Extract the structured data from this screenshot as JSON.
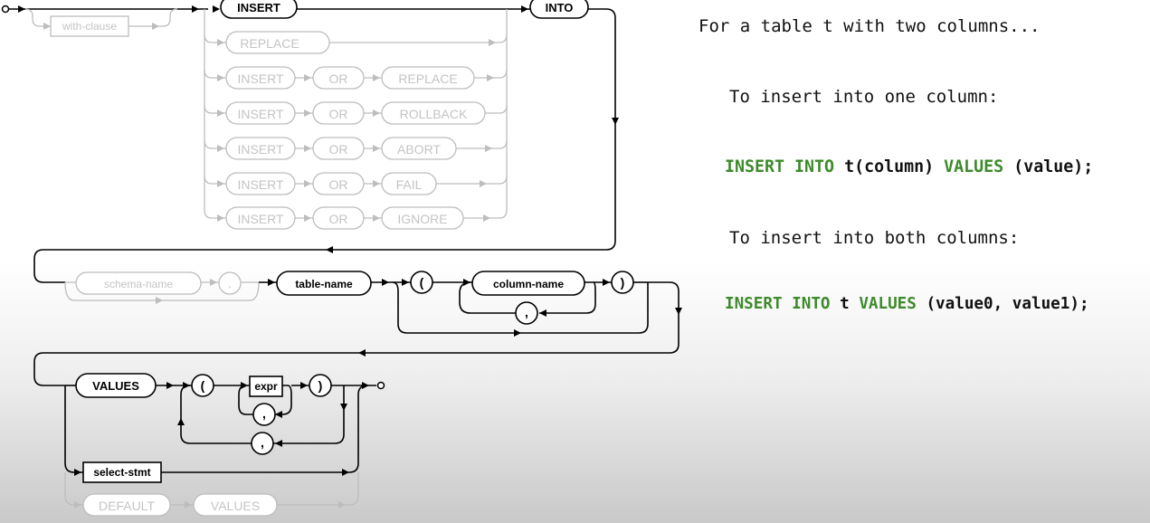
{
  "diagram": {
    "with_clause": "with-clause",
    "insert": "INSERT",
    "into": "INTO",
    "replace": "REPLACE",
    "or": "OR",
    "rollback": "ROLLBACK",
    "abort": "ABORT",
    "fail": "FAIL",
    "ignore": "IGNORE",
    "schema_name": "schema-name",
    "dot": ".",
    "table_name": "table-name",
    "open_paren": "(",
    "close_paren": ")",
    "column_name": "column-name",
    "comma": ",",
    "values": "VALUES",
    "expr": "expr",
    "select_stmt": "select-stmt",
    "default": "DEFAULT"
  },
  "notes": {
    "heading": "For a table t with two columns...",
    "one_col_label": "To insert into one column:",
    "one_col_code": {
      "kw1": "INSERT INTO",
      "target": " t(column) ",
      "kw2": "VALUES",
      "rest": " (value);"
    },
    "both_cols_label": "To insert into both columns:",
    "both_cols_code": {
      "kw1": "INSERT INTO",
      "target": " t ",
      "kw2": "VALUES",
      "rest": " (value0, value1);"
    }
  },
  "colors": {
    "keyword_green": "#3d8a2a",
    "faded_gray": "#bdbdbd"
  }
}
